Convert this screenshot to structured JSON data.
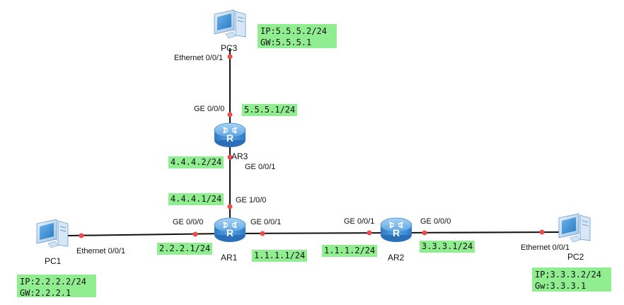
{
  "devices": {
    "pc3": {
      "name": "PC3",
      "info": [
        "IP:5.5.5.2/24",
        "GW:5.5.5.1"
      ]
    },
    "pc1": {
      "name": "PC1",
      "info": [
        "IP:2.2.2.2/24",
        "GW:2.2.2.1"
      ]
    },
    "pc2": {
      "name": "PC2",
      "info": [
        "IP;3.3.3.2/24",
        "Gw:3.3.3.1"
      ]
    },
    "ar1": {
      "name": "AR1"
    },
    "ar2": {
      "name": "AR2"
    },
    "ar3": {
      "name": "AR3"
    }
  },
  "interfaces": {
    "pc3_eth": "Ethernet 0/0/1",
    "ar3_ge000": "GE 0/0/0",
    "ar3_ge001": "GE 0/0/1",
    "ar1_ge100": "GE 1/0/0",
    "ar1_ge000": "GE 0/0/0",
    "ar1_ge001": "GE 0/0/1",
    "ar2_ge001": "GE 0/0/1",
    "ar2_ge000": "GE 0/0/0",
    "pc1_eth": "Ethernet 0/0/1",
    "pc2_eth": "Ethernet 0/0/1"
  },
  "addresses": {
    "ar3_ge000": "5.5.5.1/24",
    "ar3_ge001": "4.4.4.2/24",
    "ar1_ge100": "4.4.4.1/24",
    "ar1_ge000": "2.2.2.1/24",
    "ar1_ge001": "1.1.1.1/24",
    "ar2_ge001": "1.1.1.2/24",
    "ar2_ge000": "3.3.3.1/24"
  },
  "colors": {
    "link": "#111111",
    "port": "#f04b4b",
    "label_bg": "#90ee90",
    "router": "#4a90d9"
  },
  "icons": {
    "router": "router-icon",
    "pc": "pc-icon"
  }
}
